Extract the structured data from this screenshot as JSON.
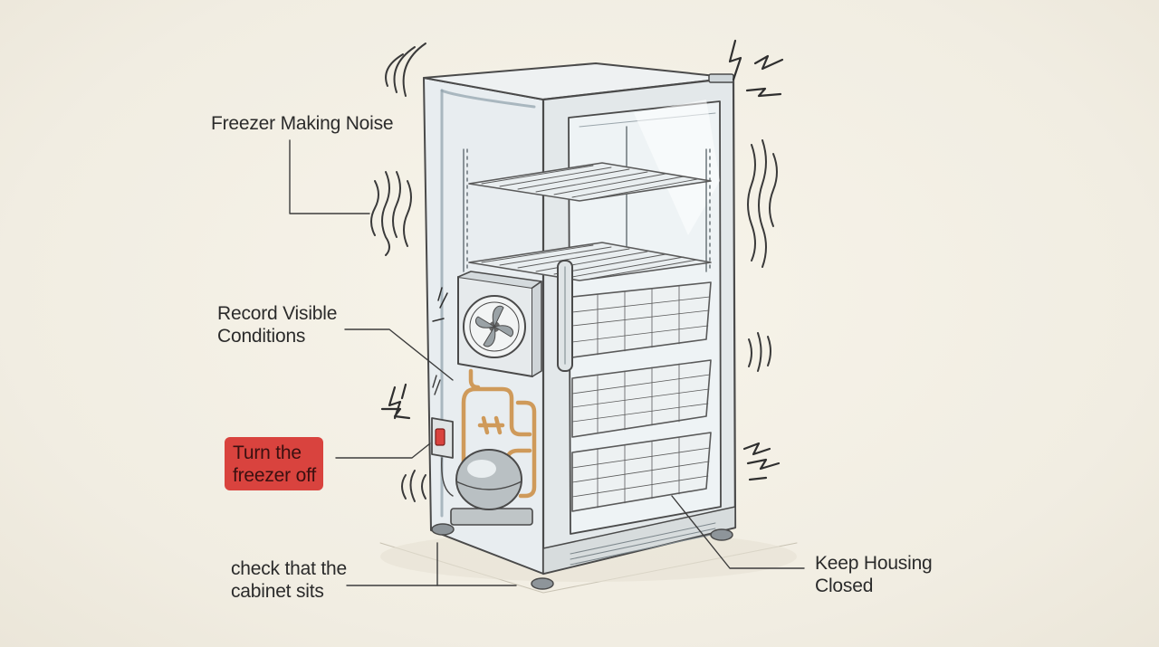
{
  "labels": {
    "noise": "Freezer Making Noise",
    "record": "Record Visible\nConditions",
    "turn_off": "Turn the\nfreezer off",
    "check": "check that the\ncabinet sits",
    "keep": "Keep Housing\nClosed"
  },
  "colors": {
    "background": "#f3f0e6",
    "ink": "#4a4a4a",
    "highlight": "#d9433e",
    "copper": "#cf9a5a"
  },
  "icons": [
    "vibration-wave-icon",
    "lightning-bolt-icon",
    "fan-icon",
    "power-switch-icon",
    "compressor-icon"
  ]
}
